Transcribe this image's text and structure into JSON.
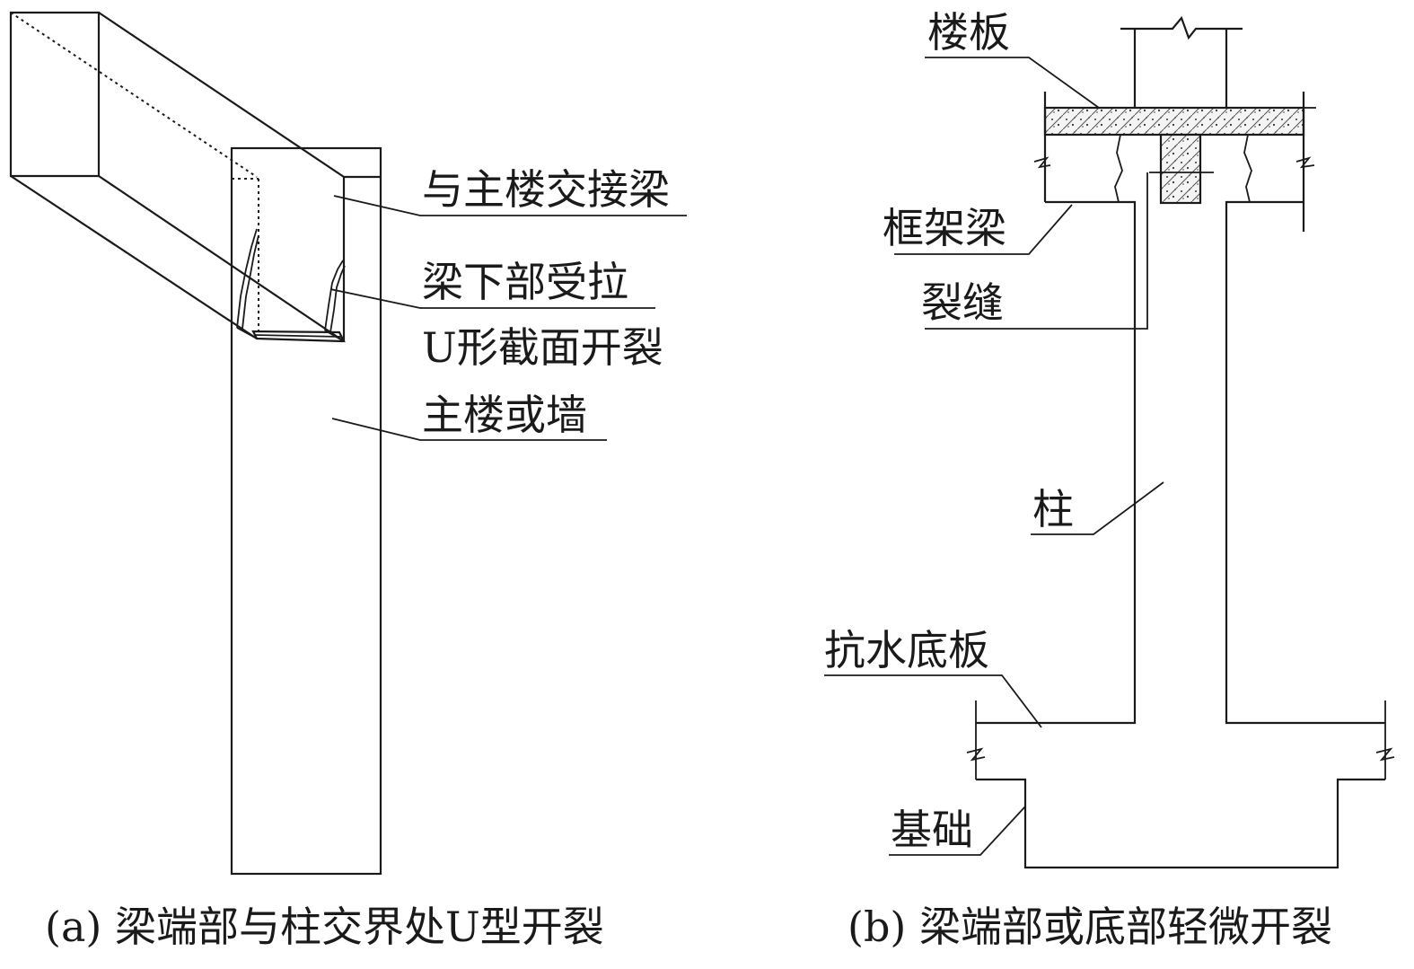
{
  "panel_a": {
    "label_beam": "与主楼交接梁",
    "label_tension_line1": "梁下部受拉",
    "label_tension_line2": "U形截面开裂",
    "label_wall": "主楼或墙",
    "caption": "(a) 梁端部与柱交界处U型开裂"
  },
  "panel_b": {
    "label_slab": "楼板",
    "label_frame_beam": "框架梁",
    "label_crack": "裂缝",
    "label_column": "柱",
    "label_raft": "抗水底板",
    "label_foundation": "基础",
    "caption": "(b) 梁端部或底部轻微开裂"
  }
}
